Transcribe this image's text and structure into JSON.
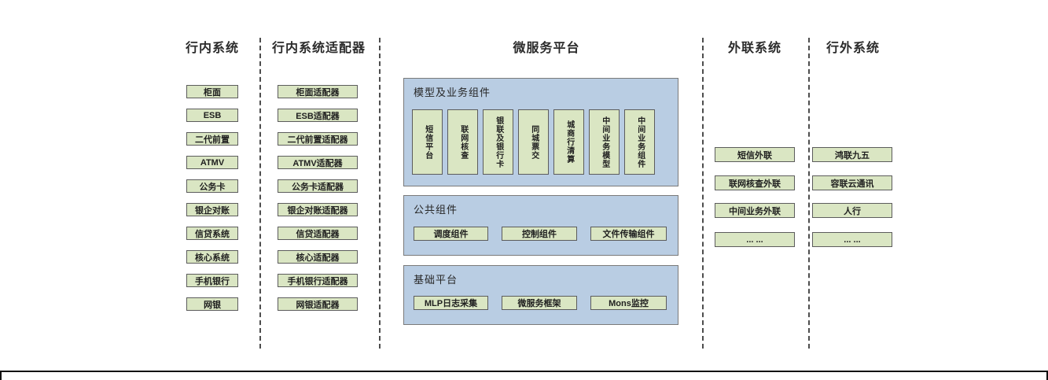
{
  "columns": {
    "internal": {
      "title": "行内系统",
      "items": [
        "柜面",
        "ESB",
        "二代前置",
        "ATMV",
        "公务卡",
        "银企对账",
        "信贷系统",
        "核心系统",
        "手机银行",
        "网银"
      ]
    },
    "adapters": {
      "title": "行内系统适配器",
      "items": [
        "柜面适配器",
        "ESB适配器",
        "二代前置适配器",
        "ATMV适配器",
        "公务卡适配器",
        "银企对账适配器",
        "信贷适配器",
        "核心适配器",
        "手机银行适配器",
        "网银适配器"
      ]
    },
    "platform": {
      "title": "微服务平台",
      "groups": [
        {
          "label": "模型及业务组件",
          "items": [
            "短信平台",
            "联网核查",
            "银联及银行卡",
            "同城票交",
            "城商行清算",
            "中间业务模型",
            "中间业务组件"
          ]
        },
        {
          "label": "公共组件",
          "items": [
            "调度组件",
            "控制组件",
            "文件传输组件"
          ]
        },
        {
          "label": "基础平台",
          "items": [
            "MLP日志采集",
            "微服务框架",
            "Mons监控"
          ]
        }
      ]
    },
    "external_link": {
      "title": "外联系统",
      "items": [
        "短信外联",
        "联网核查外联",
        "中间业务外联",
        "... ..."
      ]
    },
    "external": {
      "title": "行外系统",
      "items": [
        "鸿联九五",
        "容联云通讯",
        "人行",
        "... ..."
      ]
    }
  },
  "colors": {
    "box_fill": "#dae6c3",
    "box_border": "#5c5c5c",
    "panel_fill": "#b9cde3",
    "panel_border": "#7a7a7a",
    "divider": "#4d4d4d",
    "rule": "#111111"
  }
}
